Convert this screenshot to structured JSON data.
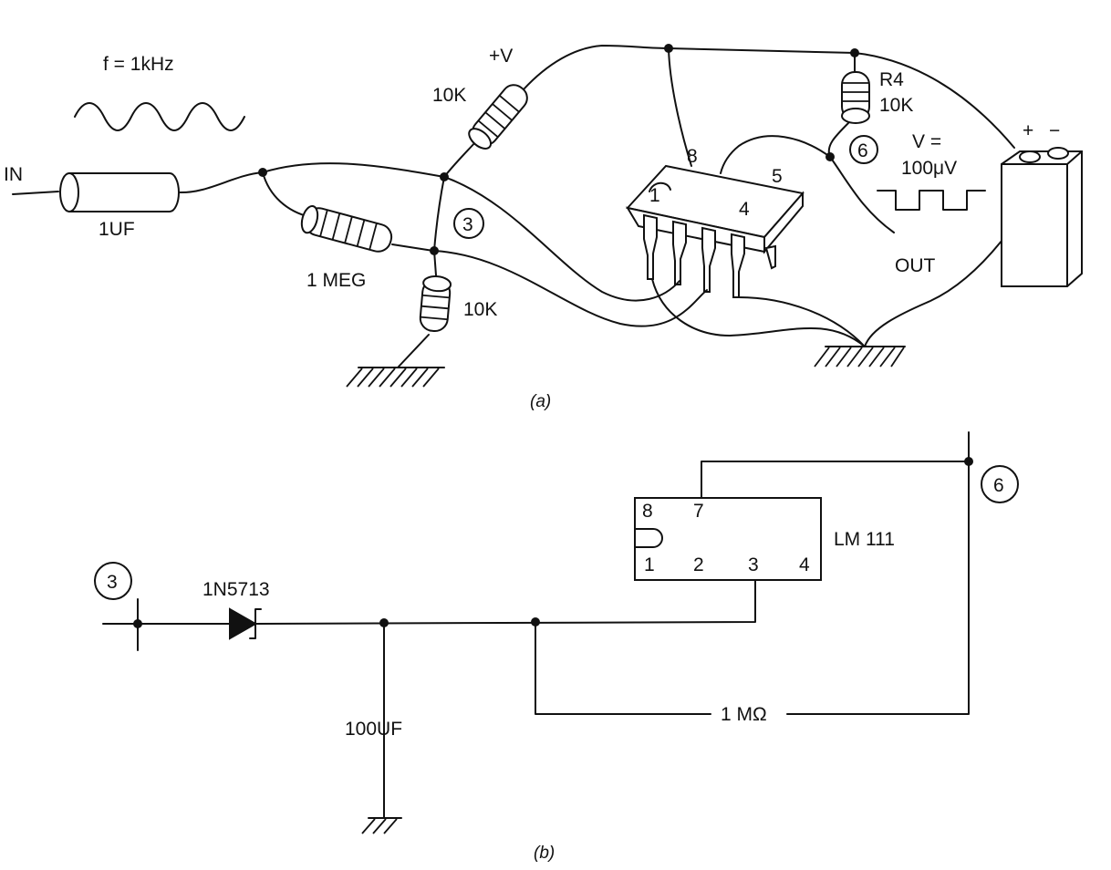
{
  "diagram_a": {
    "frequency_label": "f = 1kHz",
    "input_label": "IN",
    "cap_label": "1UF",
    "res_1meg_label": "1 MEG",
    "res_10k_top_label": "10K",
    "supply_label": "+V",
    "res_10k_bottom_label": "10K",
    "node3_label": "3",
    "node6_label": "6",
    "r4_label": "R4",
    "r4_value": "10K",
    "pin8_label": "8",
    "pin5_label": "5",
    "pin1_label": "1",
    "pin4_label": "4",
    "voltage_label": "V =",
    "voltage_value": "100μV",
    "out_label": "OUT",
    "battery_plus": "+",
    "battery_minus": "−",
    "caption": "(a)"
  },
  "diagram_b": {
    "node3_label": "3",
    "node6_label": "6",
    "diode_label": "1N5713",
    "cap_label": "100UF",
    "res_label": "1 MΩ",
    "ic_label": "LM 111",
    "pin8": "8",
    "pin7": "7",
    "pin1": "1",
    "pin2": "2",
    "pin3": "3",
    "pin4": "4",
    "caption": "(b)"
  }
}
